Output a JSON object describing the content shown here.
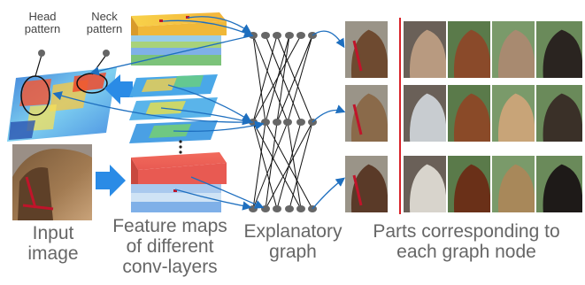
{
  "labels": {
    "head_pattern": [
      "Head",
      "pattern"
    ],
    "neck_pattern": [
      "Neck",
      "pattern"
    ],
    "input_image": [
      "Input",
      "image"
    ],
    "feature_maps": [
      "Feature maps",
      "of different",
      "conv-layers"
    ],
    "explanatory_graph": [
      "Explanatory",
      "graph"
    ],
    "parts": [
      "Parts corresponding to",
      "each graph node"
    ]
  },
  "colors": {
    "arrow_blue": "#1e6fbf",
    "fat_arrow": "#2a8be6",
    "red_divider": "#d8232a",
    "node": "#666666",
    "edge": "#111111"
  },
  "graph": {
    "layers": 3,
    "nodes_per_layer": 6
  },
  "parts_grid": {
    "rows": 3,
    "cols": 5,
    "rows_desc": [
      [
        "horse-head-bridle",
        "horse-nose-white",
        "horse-mouth",
        "horse-mouth-light",
        "horse-face-dark"
      ],
      [
        "horse-neck-mane",
        "horse-head-white",
        "horse-face-brown",
        "horse-head-pale",
        "horse-head-dark"
      ],
      [
        "horse-face-bridle",
        "horse-head-white",
        "horse-face-blaze",
        "horse-face-pony",
        "horse-face-black"
      ]
    ]
  }
}
